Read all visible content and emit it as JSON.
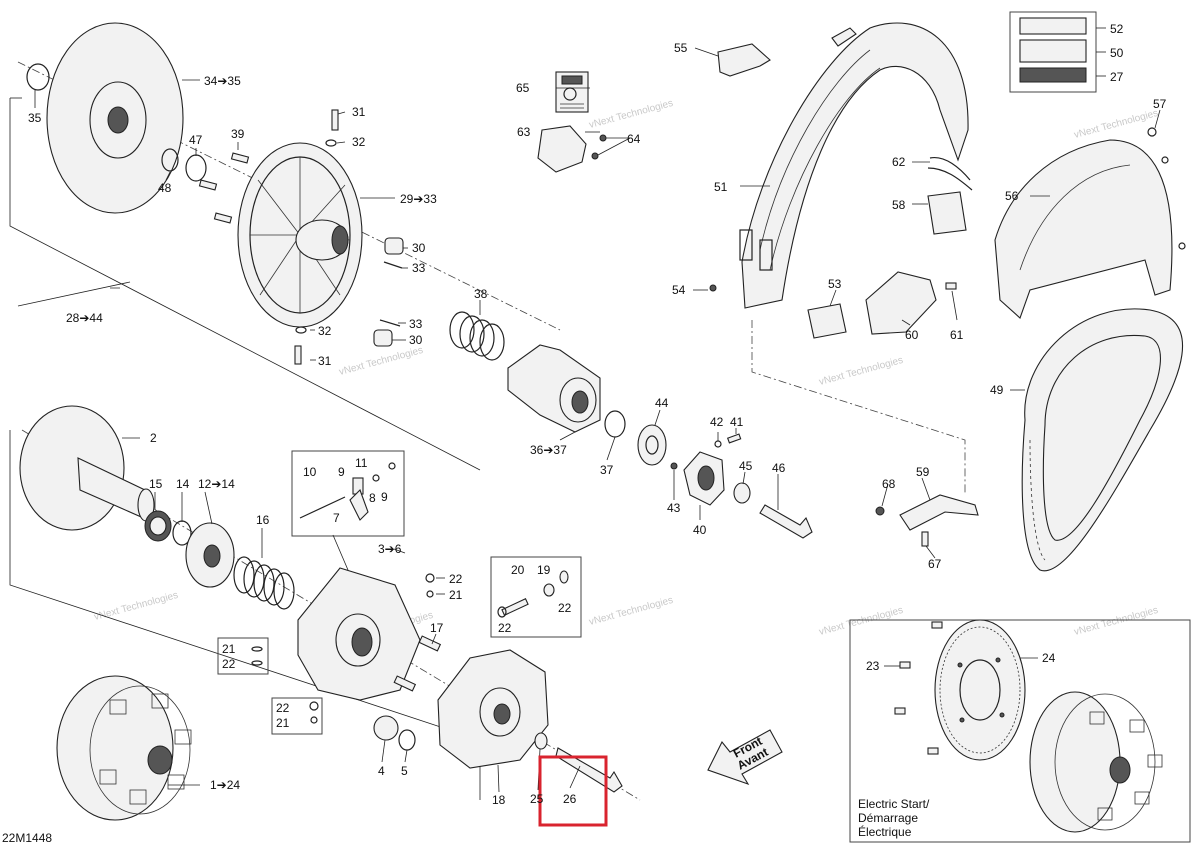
{
  "diagram_code": "22M1448",
  "watermark": "vNext Technologies",
  "front_arrow": {
    "line1": "Front",
    "line2": "Avant"
  },
  "electric_start": {
    "line1": "Electric Start/",
    "line2": "Démarrage",
    "line3": "Électrique"
  },
  "highlight_color": "#d9232e",
  "labels": {
    "l1": "1➔24",
    "l2": "2",
    "l3a": "3➔6",
    "l4": "4",
    "l5": "5",
    "l7": "7",
    "l8": "8",
    "l9a": "9",
    "l9b": "9",
    "l10": "10",
    "l11": "11",
    "l12": "12➔14",
    "l14": "14",
    "l15": "15",
    "l16": "16",
    "l17": "17",
    "l18": "18",
    "l19": "19",
    "l20": "20",
    "l21a": "21",
    "l21b": "21",
    "l21c": "21",
    "l22a": "22",
    "l22b": "22",
    "l22c": "22",
    "l22d": "22",
    "l22e": "22",
    "l23": "23",
    "l24": "24",
    "l25": "25",
    "l26": "26",
    "l27": "27",
    "l28": "28➔44",
    "l29": "29➔33",
    "l30a": "30",
    "l30b": "30",
    "l31a": "31",
    "l31b": "31",
    "l32a": "32",
    "l32b": "32",
    "l33a": "33",
    "l33b": "33",
    "l34": "34➔35",
    "l35": "35",
    "l36": "36➔37",
    "l37": "37",
    "l38": "38",
    "l39": "39",
    "l40": "40",
    "l41": "41",
    "l42": "42",
    "l43": "43",
    "l44": "44",
    "l45": "45",
    "l46": "46",
    "l47": "47",
    "l48": "48",
    "l49": "49",
    "l50": "50",
    "l51": "51",
    "l52": "52",
    "l53": "53",
    "l54": "54",
    "l55": "55",
    "l56": "56",
    "l57": "57",
    "l58": "58",
    "l59": "59",
    "l60": "60",
    "l61": "61",
    "l62": "62",
    "l63": "63",
    "l64": "64",
    "l65": "65",
    "l67": "67",
    "l68": "68"
  }
}
